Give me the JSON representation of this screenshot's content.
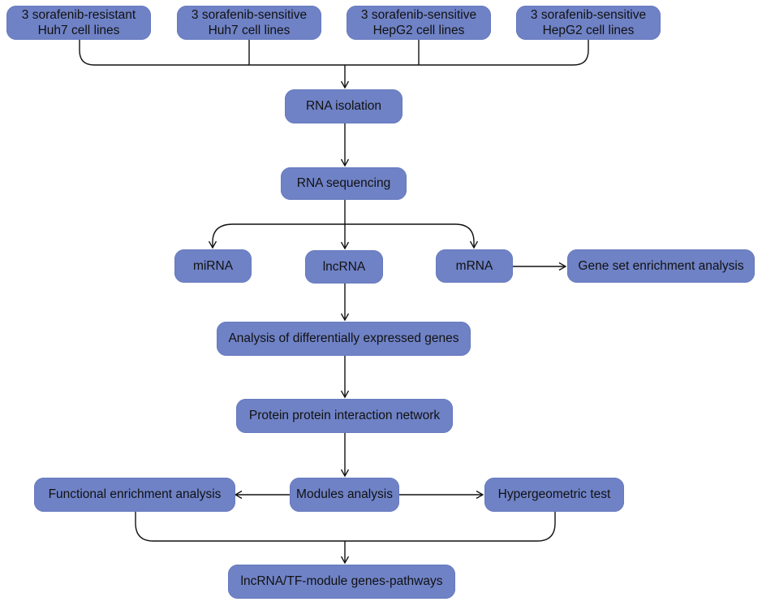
{
  "diagram": {
    "colors": {
      "node_fill": "#6f82c6",
      "node_text": "#111111",
      "connector": "#111111"
    },
    "inputs": [
      {
        "line1": "3 sorafenib-resistant",
        "line2": "Huh7 cell lines"
      },
      {
        "line1": "3 sorafenib-sensitive",
        "line2": "Huh7 cell lines"
      },
      {
        "line1": "3 sorafenib-sensitive",
        "line2": "HepG2 cell lines"
      },
      {
        "line1": "3 sorafenib-sensitive",
        "line2": "HepG2 cell lines"
      }
    ],
    "steps": {
      "rna_isolation": "RNA isolation",
      "rna_sequencing": "RNA sequencing",
      "mirna": "miRNA",
      "lncrna": "lncRNA",
      "mrna": "mRNA",
      "gsea": "Gene set enrichment analysis",
      "deg": "Analysis of differentially expressed genes",
      "ppi": "Protein protein interaction network",
      "functional": "Functional enrichment analysis",
      "modules": "Modules analysis",
      "hypergeometric": "Hypergeometric test",
      "pathways": "lncRNA/TF-module genes-pathways"
    },
    "edges": [
      {
        "from": "inputs",
        "to": "rna_isolation"
      },
      {
        "from": "rna_isolation",
        "to": "rna_sequencing"
      },
      {
        "from": "rna_sequencing",
        "to": "mirna"
      },
      {
        "from": "rna_sequencing",
        "to": "lncrna"
      },
      {
        "from": "rna_sequencing",
        "to": "mrna"
      },
      {
        "from": "mrna",
        "to": "gsea"
      },
      {
        "from": "lncrna",
        "to": "deg"
      },
      {
        "from": "deg",
        "to": "ppi"
      },
      {
        "from": "ppi",
        "to": "modules"
      },
      {
        "from": "modules",
        "to": "functional"
      },
      {
        "from": "modules",
        "to": "hypergeometric"
      },
      {
        "from": "functional",
        "to": "pathways"
      },
      {
        "from": "hypergeometric",
        "to": "pathways"
      }
    ]
  }
}
